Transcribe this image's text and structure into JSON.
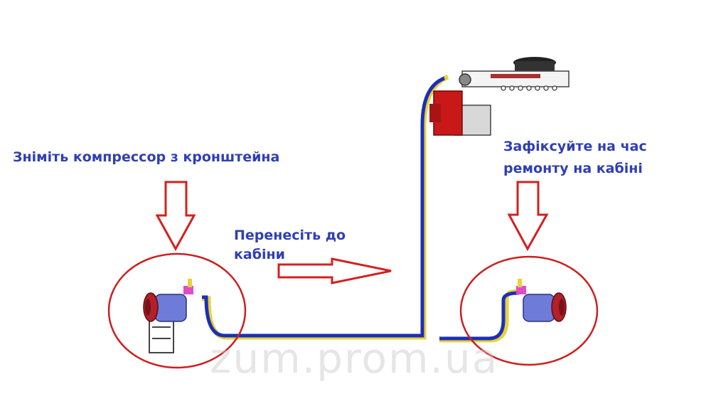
{
  "labels": {
    "remove_compressor": "Зніміть компрессор з кронштейна",
    "move_to_cab_line1": "Перенесіть до",
    "move_to_cab_line2": "кабіни",
    "fix_line1": "Зафіксуйте на час",
    "fix_line2": "ремонту на кабіні"
  },
  "watermark": "zum.prom.ua",
  "colors": {
    "text": "#2f3fb4",
    "arrow": "#d42020",
    "circle": "#cc1f1f",
    "hose_blue": "#1c2fb8",
    "hose_yellow": "#e8d23a",
    "compressor": "#6f7bd8",
    "clutch": "#b3202a",
    "unit_red": "#c81818"
  },
  "icons": [
    "down-arrow-icon",
    "right-arrow-icon",
    "compressor-icon",
    "roof-ac-unit-icon"
  ]
}
